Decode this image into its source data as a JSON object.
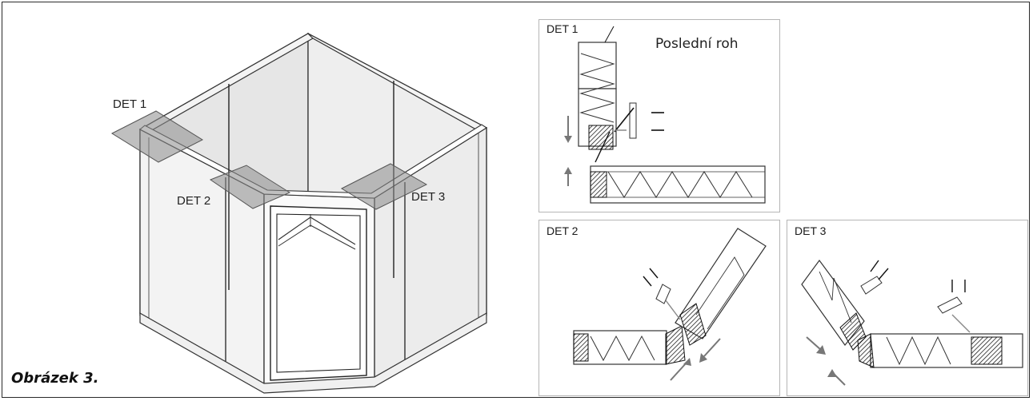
{
  "figure": {
    "caption": "Obrázek 3.",
    "main_labels": {
      "det1": "DET 1",
      "det2": "DET 2",
      "det3": "DET 3"
    }
  },
  "panels": {
    "det1": {
      "label": "DET 1",
      "note": "Poslední roh"
    },
    "det2": {
      "label": "DET 2"
    },
    "det3": {
      "label": "DET 3"
    }
  }
}
